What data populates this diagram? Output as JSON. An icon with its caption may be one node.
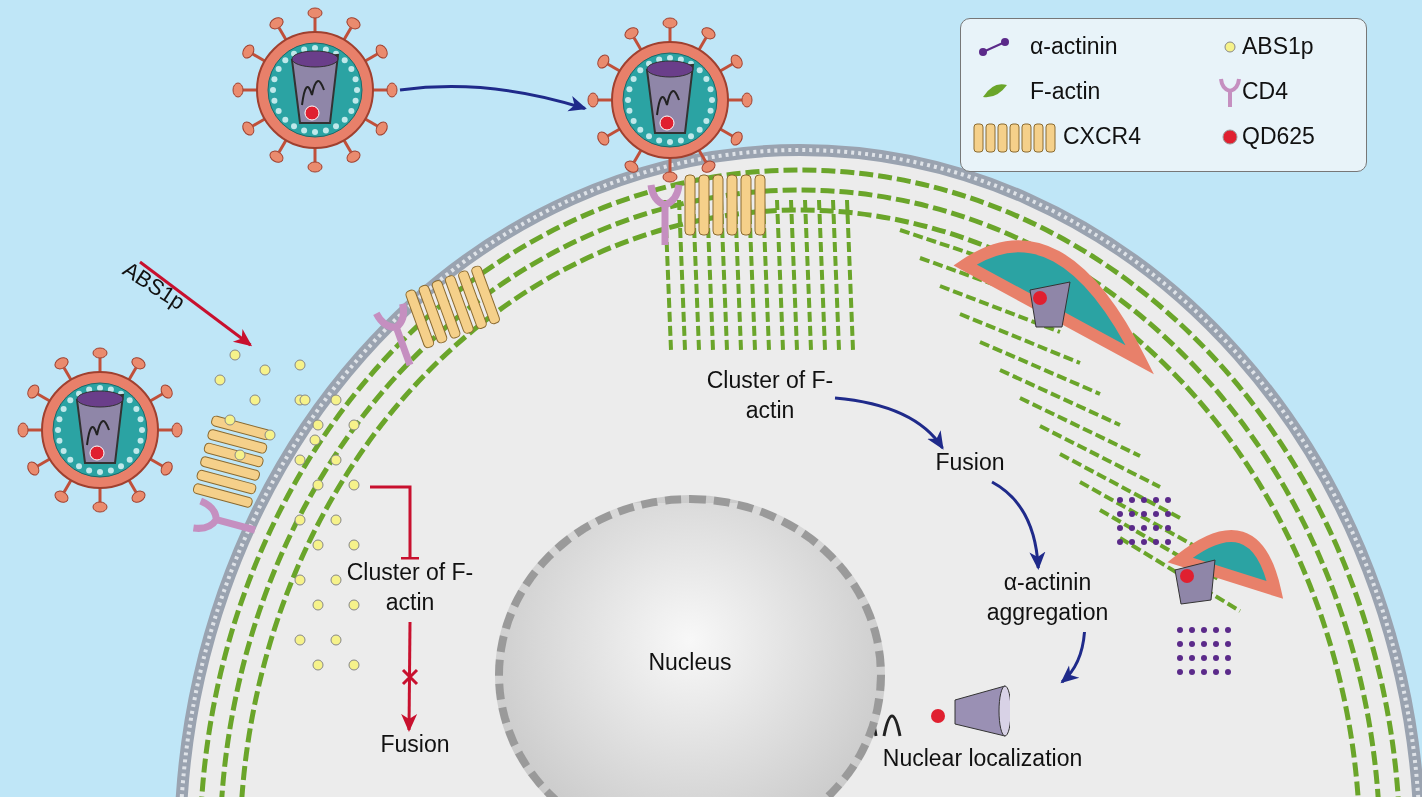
{
  "diagram": {
    "nodes": [
      {
        "text": [],
        "shape": "picture"
      },
      {
        "text": [],
        "shape": "picture"
      },
      {
        "text": [],
        "shape": "picture"
      },
      {
        "text": [],
        "shape": "picture"
      },
      {
        "text": [
          "Cluster of F-actin"
        ]
      },
      {
        "text": [
          "Fusion"
        ]
      },
      {
        "text": [
          "Cluster of F-actin"
        ]
      },
      {
        "text": [
          "Fusion"
        ]
      },
      {
        "text": [
          "α-actinin aggregation"
        ]
      },
      {
        "text": [
          "Nuclear localization"
        ]
      },
      {
        "text": [
          "Nucleus"
        ]
      }
    ],
    "edges": [
      {
        "from": 0,
        "to": 1,
        "arrow": "to"
      },
      {
        "from": null,
        "to": 3,
        "arrow": "to",
        "label": "ABS1p",
        "color": "#c8102e"
      },
      {
        "from": null,
        "to": 4,
        "arrow": "other",
        "color": "#c8102e"
      },
      {
        "from": 4,
        "to": 5,
        "arrow": "to",
        "color": "#c8102e"
      },
      {
        "from": 6,
        "to": 7,
        "arrow": "to"
      },
      {
        "from": 7,
        "to": 8,
        "arrow": "to"
      },
      {
        "from": 8,
        "to": 9,
        "arrow": "to"
      }
    ],
    "legend": [
      {
        "text": "α-actinin"
      },
      {
        "text": "ABS1p"
      },
      {
        "text": "F-actin"
      },
      {
        "text": "CD4"
      },
      {
        "text": "CXCR4"
      },
      {
        "text": "QD625"
      }
    ]
  }
}
